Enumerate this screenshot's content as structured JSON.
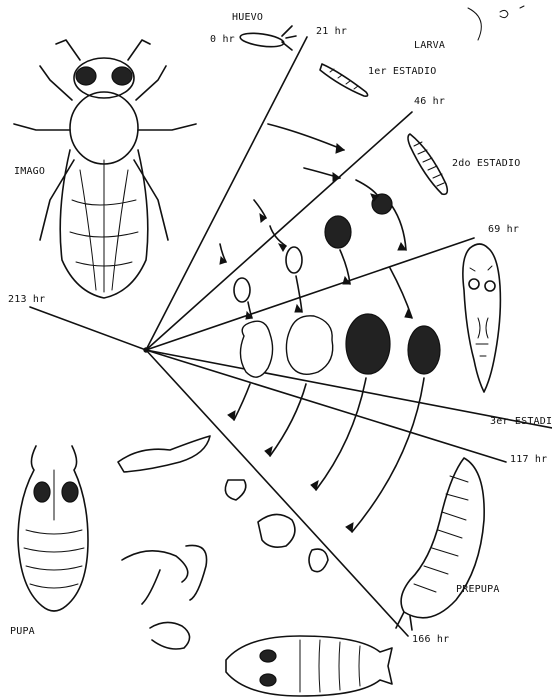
{
  "labels": {
    "huevo": "HUEVO",
    "hr0": "0 hr",
    "hr21": "21 hr",
    "larva": "LARVA",
    "estadio1": "1er ESTADIO",
    "hr46": "46 hr",
    "estadio2": "2do ESTADIO",
    "imago": "IMAGO",
    "hr69": "69 hr",
    "hr213": "213 hr",
    "estadio3": "3er ESTADI",
    "hr117": "117 hr",
    "prepupa": "PREPUPA",
    "pupa": "PUPA",
    "hr166": "166 hr"
  }
}
